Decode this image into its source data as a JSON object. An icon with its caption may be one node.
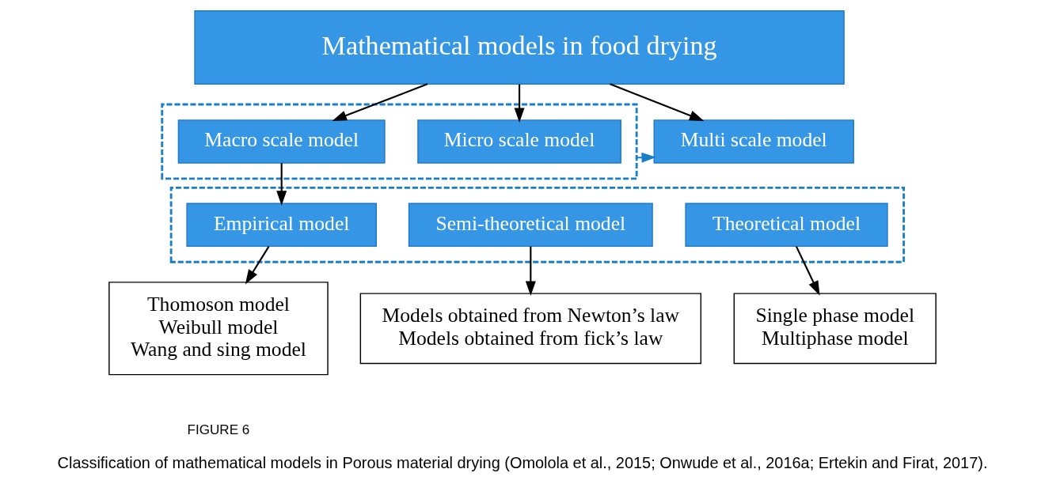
{
  "diagram": {
    "caption": "Classification of mathematical models in Porous material drying (Omolola et al., 2015; Onwude et al., 2016a; Ertekin and Firat, 2017).",
    "nodes": [
      {
        "text": [
          "Mathematical models in food drying"
        ]
      },
      {
        "text": [],
        "shape": "box"
      },
      {
        "text": [
          "Macro scale model"
        ],
        "in": 1
      },
      {
        "text": [
          "Micro scale model"
        ],
        "in": 1
      },
      {
        "text": [
          "Multi scale model"
        ]
      },
      {
        "text": [],
        "shape": "box"
      },
      {
        "text": [
          "Empirical model"
        ],
        "in": 5
      },
      {
        "text": [
          "Semi-theoretical model"
        ],
        "in": 5
      },
      {
        "text": [
          "Theoretical model"
        ],
        "in": 5
      },
      {
        "text": [
          "Thomoson model",
          "Weibull model",
          "Wang and sing model"
        ]
      },
      {
        "text": [
          "Models obtained from Newton’s law",
          "Models obtained from fick’s law"
        ]
      },
      {
        "text": [
          "Single phase model",
          "Multiphase model"
        ]
      }
    ],
    "edges": [
      {
        "from": 0,
        "to": 2,
        "arrow": "to"
      },
      {
        "from": 0,
        "to": 3,
        "arrow": "to"
      },
      {
        "from": 0,
        "to": 4,
        "arrow": "to"
      },
      {
        "from": 1,
        "to": 4,
        "arrow": "to",
        "style": "dashed",
        "color": "#1a7fc4"
      },
      {
        "from": 2,
        "to": 6,
        "arrow": "to"
      },
      {
        "from": 6,
        "to": 9,
        "arrow": "to"
      },
      {
        "from": 7,
        "to": 10,
        "arrow": "to"
      },
      {
        "from": 8,
        "to": 11,
        "arrow": "to"
      }
    ],
    "labels": [
      "FIGURE 6"
    ]
  }
}
